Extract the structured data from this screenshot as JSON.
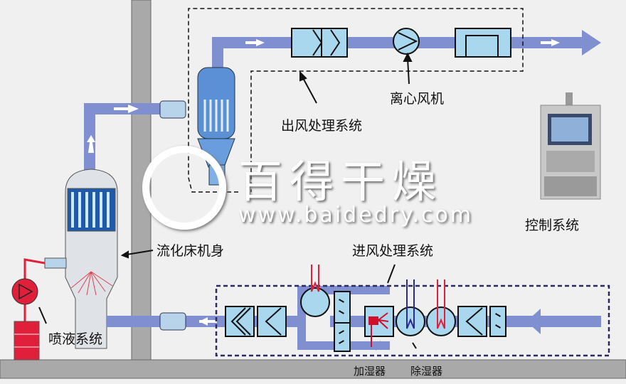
{
  "labels": {
    "outlet_system": "出风处理系统",
    "centrifugal_fan": "离心风机",
    "control_system": "控制系统",
    "fluid_bed_body": "流化床机身",
    "inlet_system": "进风处理系统",
    "spray_system": "喷液系统",
    "humidifier": "加湿器",
    "dehumidifier": "除湿器"
  },
  "watermark": {
    "brand": "百得干燥",
    "url": "www.baidedry.com"
  },
  "colors": {
    "duct": "#7f8fd0",
    "component": "#a9d8ee",
    "wall": "#a9a9a9",
    "hot": "#e0203a",
    "cold": "#2a2a90"
  }
}
